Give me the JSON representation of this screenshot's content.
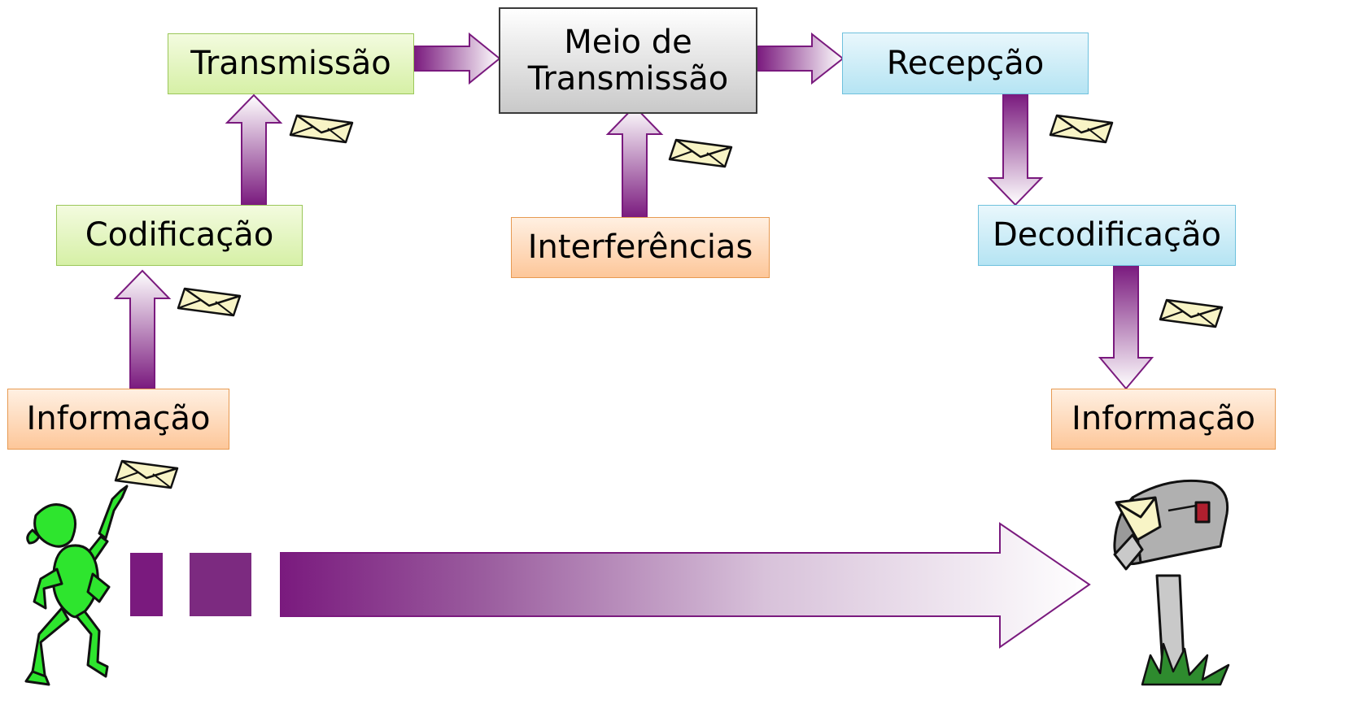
{
  "nodes": {
    "transmissao": "Transmissão",
    "meio_line1": "Meio de",
    "meio_line2": "Transmissão",
    "recepcao": "Recepção",
    "codificacao": "Codificação",
    "interferencias": "Interferências",
    "decodificacao": "Decodificação",
    "informacao_source": "Informação",
    "informacao_dest": "Informação"
  },
  "colors": {
    "arrow_purple": "#7a1a7e",
    "sender_green": "#2ee52e",
    "envelope": "#f8f4c6"
  },
  "icons": [
    "envelope-icon",
    "person-sender-icon",
    "mailbox-icon"
  ]
}
